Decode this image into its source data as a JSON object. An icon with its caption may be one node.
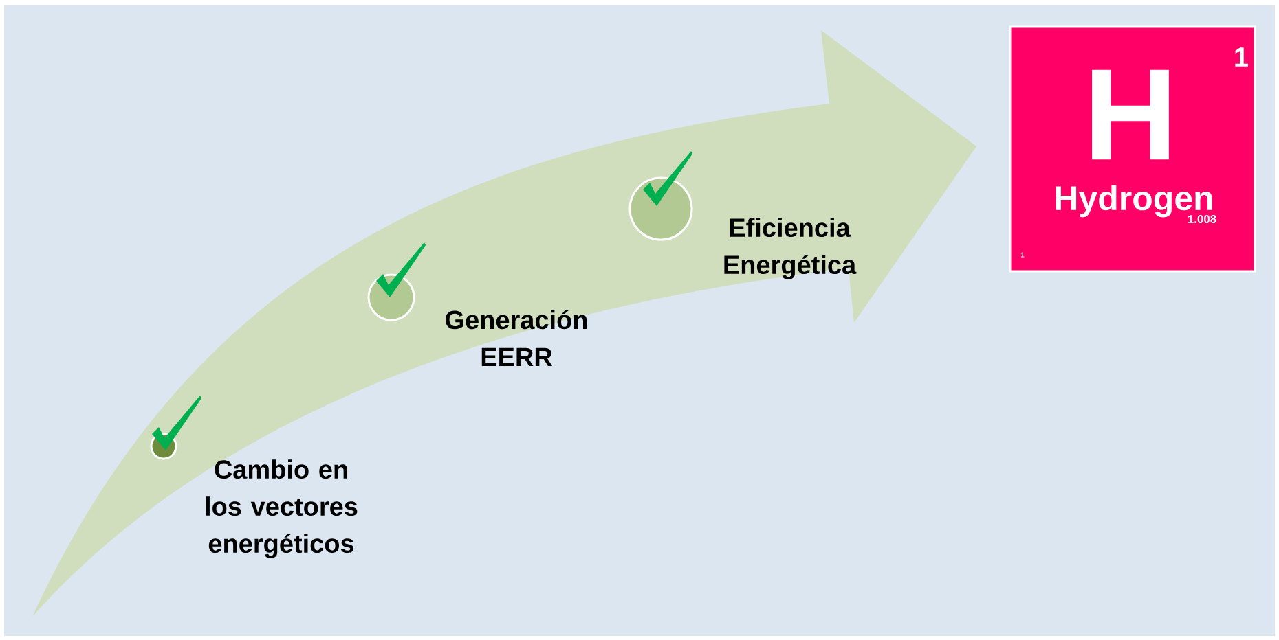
{
  "diagram": {
    "nodes": [
      {
        "text": [],
        "shape": "circle",
        "beside": [
          "Cambio en los vectores energéticos"
        ]
      },
      {
        "text": [],
        "shape": "circle",
        "beside": [
          "Generación EERR"
        ]
      },
      {
        "text": [],
        "shape": "circle",
        "beside": [
          "Eficiencia Energética"
        ]
      },
      {
        "text": [
          "H",
          "1",
          "Hydrogen",
          "1.008",
          "1"
        ]
      }
    ]
  }
}
